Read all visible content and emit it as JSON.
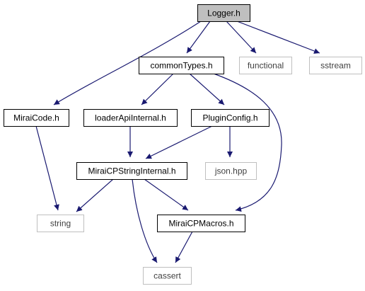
{
  "diagram": {
    "colors": {
      "edge": "#191970",
      "documented_border": "#000000",
      "external_border": "#bfbfbf",
      "highlight_fill": "#bfbfbf",
      "node_fill": "#ffffff",
      "documented_text": "#000000",
      "external_text": "#404040"
    },
    "nodes": [
      {
        "id": "logger",
        "label": "Logger.h",
        "kind": "highlight"
      },
      {
        "id": "commontypes",
        "label": "commonTypes.h",
        "kind": "documented"
      },
      {
        "id": "functional",
        "label": "functional",
        "kind": "external"
      },
      {
        "id": "sstream",
        "label": "sstream",
        "kind": "external"
      },
      {
        "id": "miraicode",
        "label": "MiraiCode.h",
        "kind": "documented"
      },
      {
        "id": "loaderapi",
        "label": "loaderApiInternal.h",
        "kind": "documented"
      },
      {
        "id": "pluginconfig",
        "label": "PluginConfig.h",
        "kind": "documented"
      },
      {
        "id": "stringinternal",
        "label": "MiraiCPStringInternal.h",
        "kind": "documented"
      },
      {
        "id": "jsonhpp",
        "label": "json.hpp",
        "kind": "external"
      },
      {
        "id": "string",
        "label": "string",
        "kind": "external"
      },
      {
        "id": "macros",
        "label": "MiraiCPMacros.h",
        "kind": "documented"
      },
      {
        "id": "cassert",
        "label": "cassert",
        "kind": "external"
      }
    ],
    "edges": [
      {
        "from": "logger",
        "to": "commontypes"
      },
      {
        "from": "logger",
        "to": "functional"
      },
      {
        "from": "logger",
        "to": "sstream"
      },
      {
        "from": "logger",
        "to": "miraicode"
      },
      {
        "from": "commontypes",
        "to": "loaderapi"
      },
      {
        "from": "commontypes",
        "to": "pluginconfig"
      },
      {
        "from": "commontypes",
        "to": "macros"
      },
      {
        "from": "miraicode",
        "to": "string"
      },
      {
        "from": "loaderapi",
        "to": "stringinternal"
      },
      {
        "from": "pluginconfig",
        "to": "stringinternal"
      },
      {
        "from": "pluginconfig",
        "to": "jsonhpp"
      },
      {
        "from": "stringinternal",
        "to": "string"
      },
      {
        "from": "stringinternal",
        "to": "macros"
      },
      {
        "from": "stringinternal",
        "to": "cassert"
      },
      {
        "from": "macros",
        "to": "cassert"
      }
    ]
  }
}
